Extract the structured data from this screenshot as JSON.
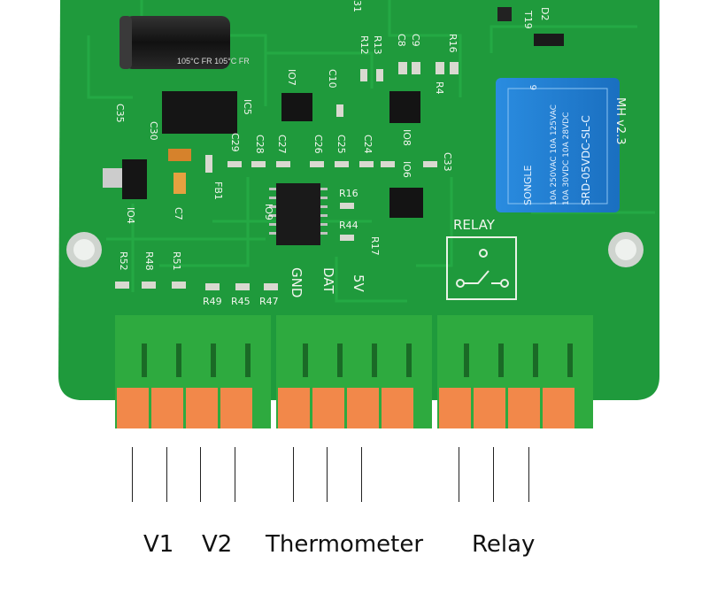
{
  "silkscreen": {
    "caps": [
      "C35",
      "C30",
      "C29",
      "C28",
      "C27",
      "C26",
      "C25",
      "C24",
      "C33",
      "C10",
      "C8",
      "C9",
      "C7"
    ],
    "resistors": [
      "R12",
      "R13",
      "R16",
      "R4",
      "R16",
      "R44",
      "R17",
      "R52",
      "R48",
      "R51",
      "R49",
      "R45",
      "R47"
    ],
    "ics": [
      "IC5",
      "IO7",
      "IO8",
      "IO6",
      "IO9",
      "IO4"
    ],
    "misc": [
      "FB1",
      "D2",
      "T19",
      "31"
    ],
    "electrolytic_text": "105°C FR  105°C FR",
    "relay_area_label": "RELAY",
    "version": "MH v2.3",
    "pin_labels": [
      "GND",
      "DAT",
      "5V"
    ]
  },
  "relay": {
    "brand": "SONGLE",
    "model": "SRD-05VDC-SL-C",
    "rating_line1": "10A 250VAC  10A 125VAC",
    "rating_line2": "10A 30VDC  10A 28VDC",
    "pin_number": "6"
  },
  "annotations": [
    {
      "label": "V1"
    },
    {
      "label": "V2"
    },
    {
      "label": "Thermometer"
    },
    {
      "label": "Relay"
    }
  ],
  "colors": {
    "pcb": "#1f9a3c",
    "pcb_dark": "#157a2c",
    "terminal_green": "#2eaa3f",
    "terminal_orange": "#f2884a",
    "relay_blue": "#1f7fd0"
  }
}
